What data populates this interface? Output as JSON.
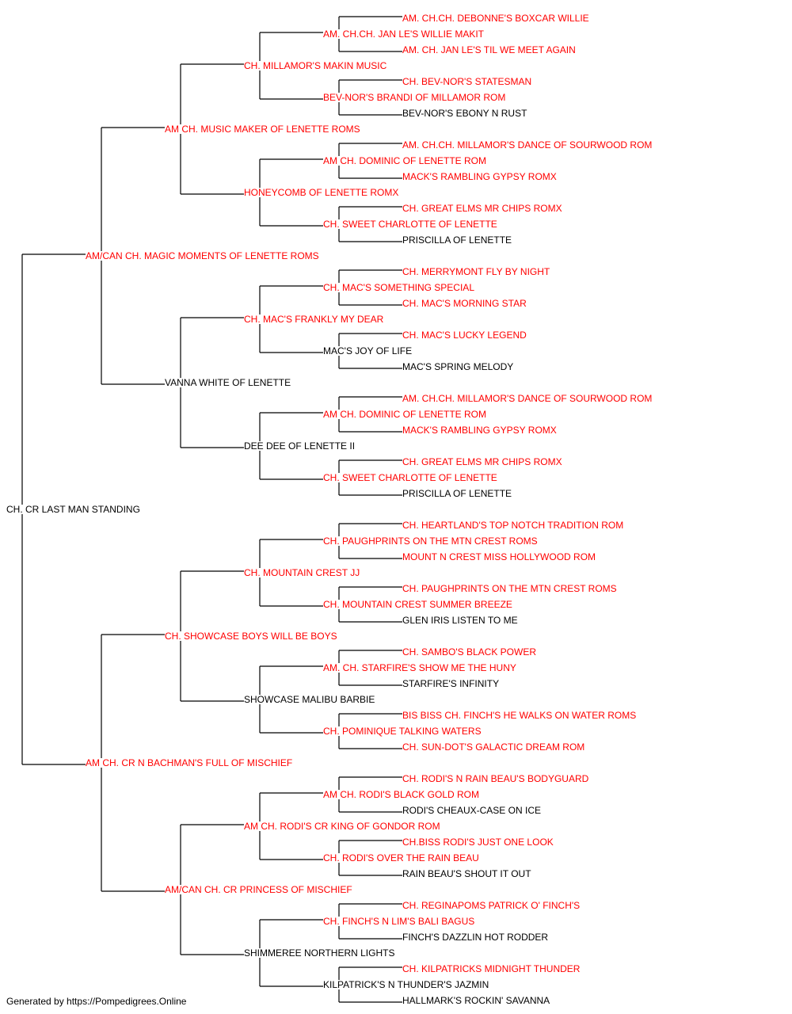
{
  "pedigree": {
    "name": "CH. CR LAST MAN STANDING",
    "titled": false,
    "sire": {
      "name": "AM/CAN CH. MAGIC MOMENTS OF LENETTE ROMS",
      "titled": true,
      "sire": {
        "name": "AM CH. MUSIC MAKER OF LENETTE ROMS",
        "titled": true,
        "sire": {
          "name": "CH. MILLAMOR'S MAKIN MUSIC",
          "titled": true,
          "sire": {
            "name": "AM. CH.CH. JAN LE'S WILLIE MAKIT",
            "titled": true,
            "sire": {
              "name": "AM. CH.CH. DEBONNE'S BOXCAR WILLIE",
              "titled": true
            },
            "dam": {
              "name": "AM. CH. JAN LE'S TIL WE MEET AGAIN",
              "titled": true
            }
          },
          "dam": {
            "name": "BEV-NOR'S BRANDI OF MILLAMOR ROM",
            "titled": true,
            "sire": {
              "name": "CH. BEV-NOR'S STATESMAN",
              "titled": true
            },
            "dam": {
              "name": "BEV-NOR'S EBONY N RUST",
              "titled": false
            }
          }
        },
        "dam": {
          "name": "HONEYCOMB OF LENETTE ROMX",
          "titled": true,
          "sire": {
            "name": "AM CH. DOMINIC OF LENETTE ROM",
            "titled": true,
            "sire": {
              "name": "AM. CH.CH. MILLAMOR'S DANCE OF SOURWOOD ROM",
              "titled": true
            },
            "dam": {
              "name": "MACK'S RAMBLING GYPSY ROMX",
              "titled": true
            }
          },
          "dam": {
            "name": "CH. SWEET CHARLOTTE OF LENETTE",
            "titled": true,
            "sire": {
              "name": "CH. GREAT ELMS MR CHIPS ROMX",
              "titled": true
            },
            "dam": {
              "name": "PRISCILLA OF LENETTE",
              "titled": false
            }
          }
        }
      },
      "dam": {
        "name": "VANNA WHITE OF LENETTE",
        "titled": false,
        "sire": {
          "name": "CH. MAC'S FRANKLY MY DEAR",
          "titled": true,
          "sire": {
            "name": "CH. MAC'S SOMETHING SPECIAL",
            "titled": true,
            "sire": {
              "name": "CH. MERRYMONT FLY BY NIGHT",
              "titled": true
            },
            "dam": {
              "name": "CH. MAC'S MORNING STAR",
              "titled": true
            }
          },
          "dam": {
            "name": "MAC'S JOY OF LIFE",
            "titled": false,
            "sire": {
              "name": "CH. MAC'S LUCKY LEGEND",
              "titled": true
            },
            "dam": {
              "name": "MAC'S SPRING MELODY",
              "titled": false
            }
          }
        },
        "dam": {
          "name": "DEE DEE OF LENETTE II",
          "titled": false,
          "sire": {
            "name": "AM CH. DOMINIC OF LENETTE ROM",
            "titled": true,
            "sire": {
              "name": "AM. CH.CH. MILLAMOR'S DANCE OF SOURWOOD ROM",
              "titled": true
            },
            "dam": {
              "name": "MACK'S RAMBLING GYPSY ROMX",
              "titled": true
            }
          },
          "dam": {
            "name": "CH. SWEET CHARLOTTE OF LENETTE",
            "titled": true,
            "sire": {
              "name": "CH. GREAT ELMS MR CHIPS ROMX",
              "titled": true
            },
            "dam": {
              "name": "PRISCILLA OF LENETTE",
              "titled": false
            }
          }
        }
      }
    },
    "dam": {
      "name": "AM CH. CR N BACHMAN'S FULL OF MISCHIEF",
      "titled": true,
      "sire": {
        "name": "CH. SHOWCASE BOYS WILL BE BOYS",
        "titled": true,
        "sire": {
          "name": "CH. MOUNTAIN CREST JJ",
          "titled": true,
          "sire": {
            "name": "CH. PAUGHPRINTS ON THE MTN CREST ROMS",
            "titled": true,
            "sire": {
              "name": "CH. HEARTLAND'S TOP NOTCH TRADITION ROM",
              "titled": true
            },
            "dam": {
              "name": "MOUNT N CREST MISS HOLLYWOOD ROM",
              "titled": true
            }
          },
          "dam": {
            "name": "CH. MOUNTAIN CREST SUMMER BREEZE",
            "titled": true,
            "sire": {
              "name": "CH. PAUGHPRINTS ON THE MTN CREST ROMS",
              "titled": true
            },
            "dam": {
              "name": "GLEN IRIS LISTEN TO ME",
              "titled": false
            }
          }
        },
        "dam": {
          "name": "SHOWCASE MALIBU BARBIE",
          "titled": false,
          "sire": {
            "name": "AM. CH. STARFIRE'S SHOW ME THE HUNY",
            "titled": true,
            "sire": {
              "name": "CH. SAMBO'S BLACK POWER",
              "titled": true
            },
            "dam": {
              "name": "STARFIRE'S INFINITY",
              "titled": false
            }
          },
          "dam": {
            "name": "CH. POMINIQUE TALKING WATERS",
            "titled": true,
            "sire": {
              "name": "BIS BISS CH. FINCH'S HE WALKS ON WATER ROMS",
              "titled": true
            },
            "dam": {
              "name": "CH. SUN-DOT'S GALACTIC DREAM ROM",
              "titled": true
            }
          }
        }
      },
      "dam": {
        "name": "AM/CAN CH. CR PRINCESS OF MISCHIEF",
        "titled": true,
        "sire": {
          "name": "AM CH. RODI'S CR KING OF GONDOR ROM",
          "titled": true,
          "sire": {
            "name": "AM CH. RODI'S BLACK GOLD ROM",
            "titled": true,
            "sire": {
              "name": "CH. RODI'S N RAIN BEAU'S BODYGUARD",
              "titled": true
            },
            "dam": {
              "name": "RODI'S CHEAUX-CASE ON ICE",
              "titled": false
            }
          },
          "dam": {
            "name": "CH. RODI'S OVER THE RAIN BEAU",
            "titled": true,
            "sire": {
              "name": "CH.BISS RODI'S JUST ONE LOOK",
              "titled": true
            },
            "dam": {
              "name": "RAIN BEAU'S SHOUT IT OUT",
              "titled": false
            }
          }
        },
        "dam": {
          "name": "SHIMMEREE NORTHERN LIGHTS",
          "titled": false,
          "sire": {
            "name": "CH. FINCH'S N LIM'S BALI BAGUS",
            "titled": true,
            "sire": {
              "name": "CH. REGINAPOMS PATRICK O' FINCH'S",
              "titled": true
            },
            "dam": {
              "name": "FINCH'S DAZZLIN HOT RODDER",
              "titled": false
            }
          },
          "dam": {
            "name": "KILPATRICK'S N THUNDER'S JAZMIN",
            "titled": false,
            "sire": {
              "name": "CH. KILPATRICKS MIDNIGHT THUNDER",
              "titled": true
            },
            "dam": {
              "name": "HALLMARK'S ROCKIN' SAVANNA",
              "titled": false
            }
          }
        }
      }
    }
  },
  "colors": {
    "titled": "#ff0000",
    "untitled": "#000000",
    "connector": "#000000"
  },
  "footer": {
    "text": "Generated by https://Pompedigrees.Online"
  }
}
